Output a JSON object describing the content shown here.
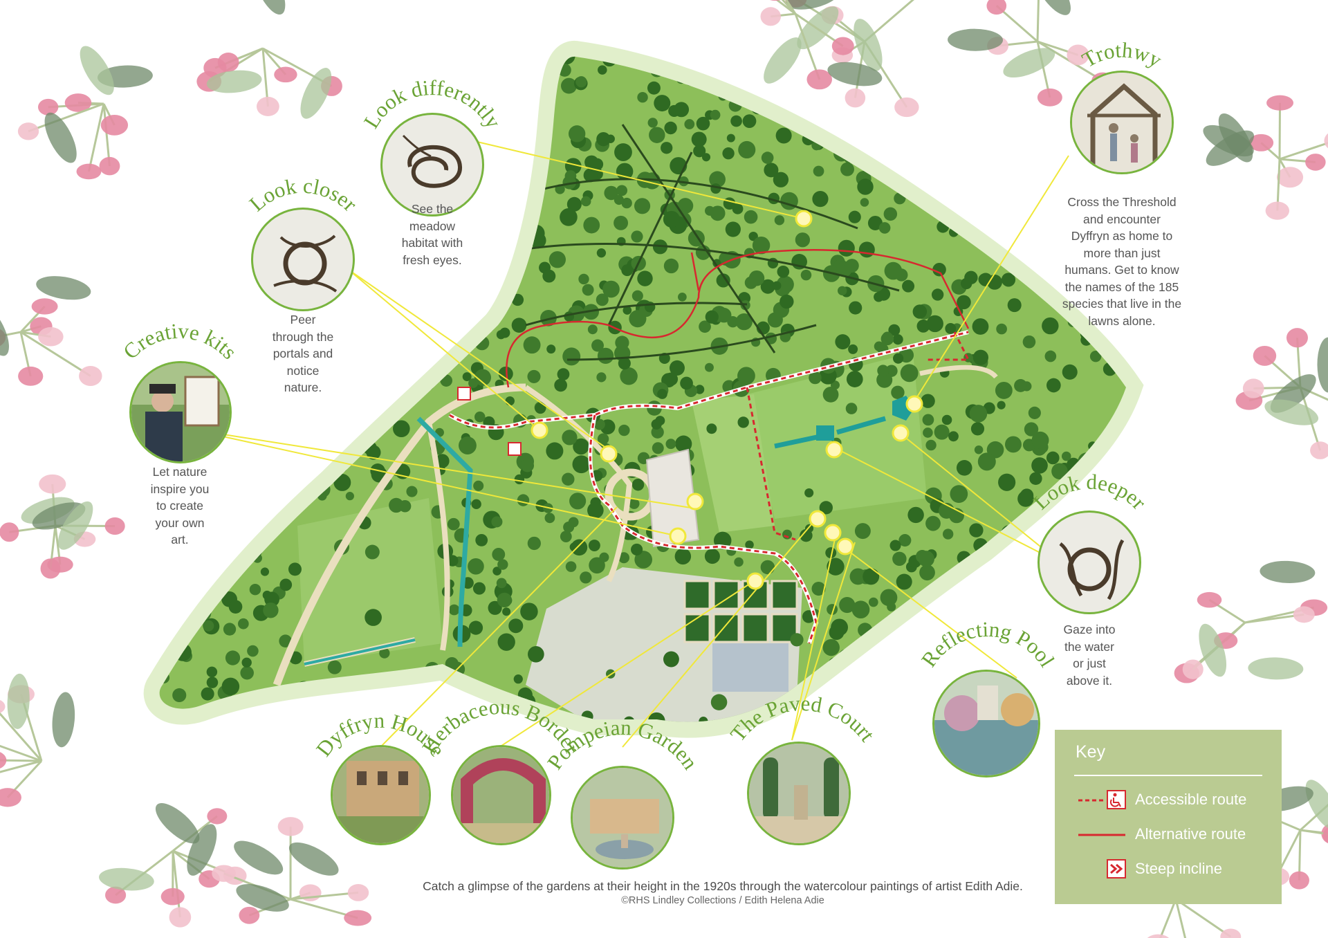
{
  "title_labels": {
    "look_differently": "Look differently",
    "look_closer": "Look closer",
    "creative_kits": "Creative kits",
    "trothwy": "Trothwy",
    "look_deeper": "Look deeper",
    "reflecting_pool": "Reflecting Pool",
    "dyffryn_house": "Dyffryn House",
    "herbaceous_border": "Herbaceous Border",
    "pompeian_garden": "Pompeian Garden",
    "paved_court": "The Paved Court"
  },
  "descriptions": {
    "look_differently": [
      "See the",
      "meadow",
      "habitat with",
      "fresh eyes."
    ],
    "look_closer": [
      "Peer",
      "through the",
      "portals and",
      "notice",
      "nature."
    ],
    "creative_kits": [
      "Let nature",
      "inspire you",
      "to create",
      "your own",
      "art."
    ],
    "trothwy": [
      "Cross the Threshold",
      "and encounter",
      "Dyffryn as home to",
      "more than just",
      "humans. Get to know",
      "the names of the 185",
      "species that live in the",
      "lawns alone."
    ],
    "look_deeper": [
      "Gaze into",
      "the water",
      "or just",
      "above it."
    ]
  },
  "caption": "Catch a glimpse of the gardens at their height in the 1920s through the watercolour paintings of artist Edith Adie.",
  "credit": "©RHS Lindley Collections / Edith Helena Adie",
  "key": {
    "title": "Key",
    "items": [
      {
        "label": "Accessible route",
        "style": "dashed",
        "icon": "wheelchair-icon"
      },
      {
        "label": "Alternative route",
        "style": "solid",
        "icon": "none"
      },
      {
        "label": "Steep incline",
        "style": "none",
        "icon": "chevrons-icon"
      }
    ]
  },
  "colors": {
    "title_green": "#6aa335",
    "route_red": "#d7282f",
    "marker_yellow": "#f0e83a",
    "key_bg": "#bacb92",
    "map_green": "#8dbf5a",
    "tree_green": "#3f7a2c"
  }
}
